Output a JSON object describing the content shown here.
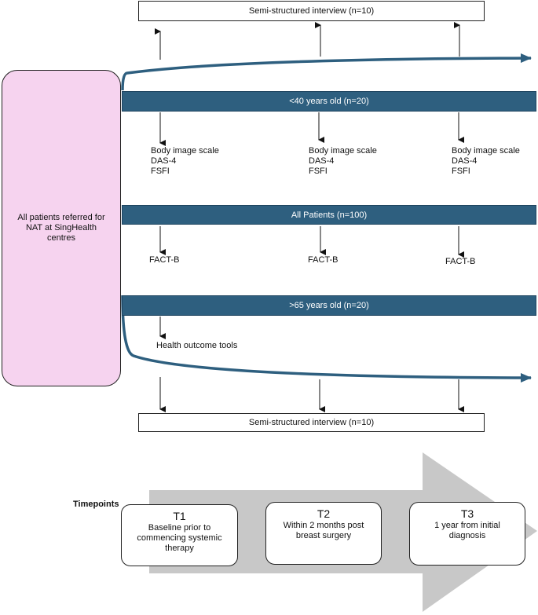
{
  "interview_top": "Semi-structured interview (n=10)",
  "interview_bottom": "Semi-structured interview (n=10)",
  "left_box": "All patients referred for NAT at SingHealth centres",
  "band_under40": "<40 years old (n=20)",
  "band_all": "All Patients (n=100)",
  "band_over65": ">65 years old (n=20)",
  "under40_tools": [
    [
      "Body image scale",
      "DAS-4",
      "FSFI"
    ],
    [
      "Body image scale",
      "DAS-4",
      "FSFI"
    ],
    [
      "Body image scale",
      "DAS-4",
      "FSFI"
    ]
  ],
  "all_tools": [
    "FACT-B",
    "FACT-B",
    "FACT-B"
  ],
  "over65_tool": "Health outcome tools",
  "timepoints_title": "Timepoints",
  "timepoints": [
    {
      "code": "T1",
      "desc": "Baseline prior to commencing systemic therapy"
    },
    {
      "code": "T2",
      "desc": "Within 2 months post breast surgery"
    },
    {
      "code": "T3",
      "desc": "1 year from initial diagnosis"
    }
  ],
  "colors": {
    "band": "#2e5f7f",
    "left_box": "#f6d3ef",
    "timeline_arrow": "#c8c8c8"
  }
}
